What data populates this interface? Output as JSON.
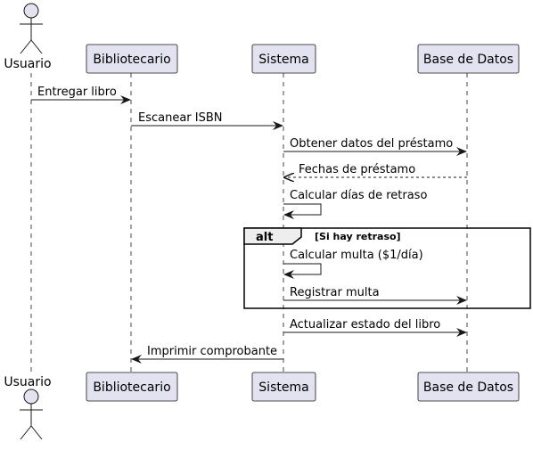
{
  "participants": [
    {
      "id": "usuario",
      "label": "Usuario",
      "kind": "actor"
    },
    {
      "id": "bibliotecario",
      "label": "Bibliotecario",
      "kind": "box"
    },
    {
      "id": "sistema",
      "label": "Sistema",
      "kind": "box"
    },
    {
      "id": "bd",
      "label": "Base de Datos",
      "kind": "box"
    }
  ],
  "messages": [
    {
      "from": "usuario",
      "to": "bibliotecario",
      "label": "Entregar libro",
      "style": "solid"
    },
    {
      "from": "bibliotecario",
      "to": "sistema",
      "label": "Escanear ISBN",
      "style": "solid"
    },
    {
      "from": "sistema",
      "to": "bd",
      "label": "Obtener datos del préstamo",
      "style": "solid"
    },
    {
      "from": "bd",
      "to": "sistema",
      "label": "Fechas de préstamo",
      "style": "dashed"
    },
    {
      "from": "sistema",
      "to": "sistema",
      "label": "Calcular días de retraso",
      "style": "self"
    },
    {
      "from": "sistema",
      "to": "sistema",
      "label": "Calcular multa ($1/día)",
      "style": "self"
    },
    {
      "from": "sistema",
      "to": "bd",
      "label": "Registrar multa",
      "style": "solid"
    },
    {
      "from": "sistema",
      "to": "bd",
      "label": "Actualizar estado del libro",
      "style": "solid"
    },
    {
      "from": "sistema",
      "to": "bibliotecario",
      "label": "Imprimir comprobante",
      "style": "solid"
    }
  ],
  "alt_fragment": {
    "keyword": "alt",
    "guard": "[Si hay retraso]"
  },
  "colors": {
    "box_fill": "#E2E2F0",
    "box_stroke": "#181818",
    "lifeline": "#181818",
    "fragment_header": "#EEEEEE"
  }
}
